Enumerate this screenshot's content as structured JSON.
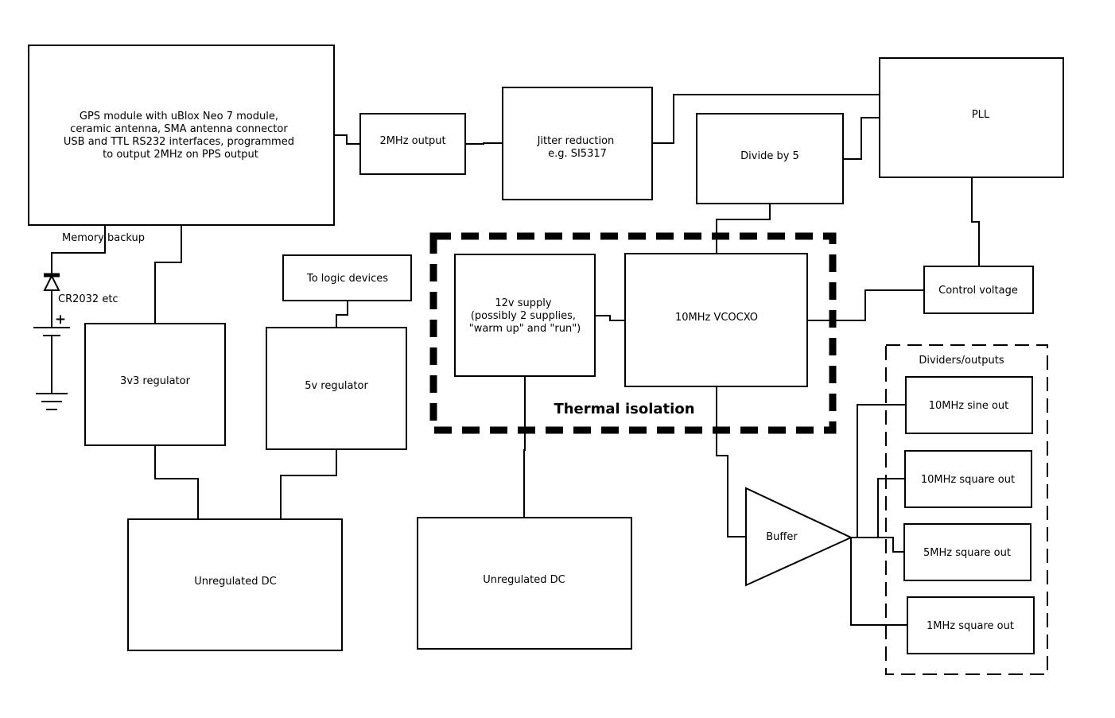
{
  "blocks": {
    "gps": [
      "GPS module with uBlox Neo 7 module,",
      "ceramic antenna, SMA antenna connector",
      "USB and TTL RS232 interfaces, programmed",
      "to output 2MHz on PPS output"
    ],
    "out2mhz": "2MHz output",
    "jitter": [
      "Jitter reduction",
      "e.g. SI5317"
    ],
    "div5": "Divide by 5",
    "pll": "PLL",
    "ctrl": "Control voltage",
    "supply12": [
      "12v supply",
      "(possibly 2 supplies,",
      "\"warm up\" and \"run\")"
    ],
    "vcocxo": "10MHz VCOCXO",
    "logic": "To logic devices",
    "reg3v3": "3v3 regulator",
    "reg5v": "5v regulator",
    "dc1": "Unregulated DC",
    "dc2": "Unregulated DC",
    "buffer": "Buffer",
    "sine10": "10MHz sine out",
    "sq10": "10MHz square out",
    "sq5": "5MHz square out",
    "sq1": "1MHz square out"
  },
  "labels": {
    "memory_backup": "Memory backup",
    "battery": "CR2032 etc",
    "battery_plus": "+",
    "thermal": "Thermal isolation",
    "dividers": "Dividers/outputs"
  }
}
